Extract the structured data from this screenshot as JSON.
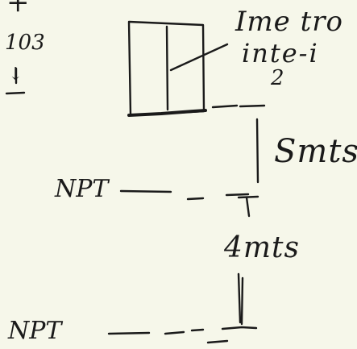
{
  "margin_note": {
    "top_mark": "+",
    "value": "103",
    "arrow": "↓"
  },
  "callout": {
    "line1": "Ime tro",
    "line2": "inte-i",
    "line3": "2"
  },
  "distances": {
    "upper": "Smts",
    "lower": "4mts"
  },
  "levels": {
    "upper": "NPT",
    "lower": "NPT"
  },
  "colors": {
    "paper": "#f6f7ea",
    "ink": "#1a1a1a"
  }
}
